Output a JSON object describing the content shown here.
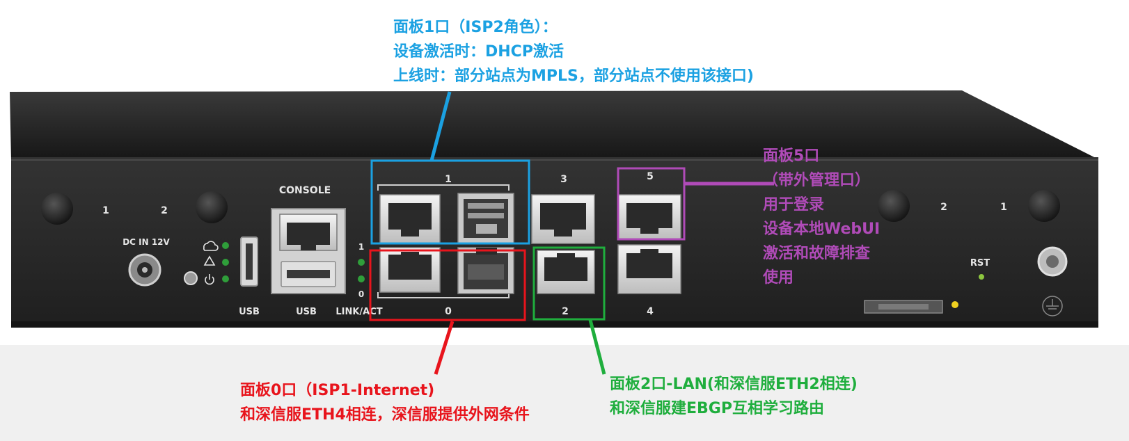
{
  "colors": {
    "blue": "#1ba1e2",
    "red": "#e8141c",
    "green": "#1fae3d",
    "purple": "#b04bb8",
    "chassis": "#1e1e1e",
    "panel": "#2a2a2a",
    "silk": "#e6e6e6",
    "lower_band": "#f0f0f0"
  },
  "device": {
    "console_label": "CONSOLE",
    "dc_label": "DC IN 12V",
    "usb_label_1": "USB",
    "usb_label_2": "USB",
    "link_act_label": "LINK/ACT",
    "link_1": "1",
    "link_0": "0",
    "rst_label": "RST",
    "antenna_left_1": "1",
    "antenna_left_2": "2",
    "antenna_right_2": "2",
    "antenna_right_1": "1",
    "port_labels": {
      "p1": "1",
      "p0": "0",
      "p3": "3",
      "p2": "2",
      "p5": "5",
      "p4": "4"
    },
    "status_icons": [
      "cloud-icon",
      "warning-icon",
      "power-icon"
    ]
  },
  "callouts": {
    "isp2": {
      "lines": [
        "面板1口（ISP2角色）：",
        "设备激活时：DHCP激活",
        "上线时：部分站点为MPLS，部分站点不使用该接口)"
      ]
    },
    "oob": {
      "lines": [
        "面板5口",
        "（带外管理口）",
        "用于登录",
        "设备本地WebUI",
        "激活和故障排查",
        "使用"
      ]
    },
    "isp1": {
      "lines": [
        "面板0口（ISP1-Internet)",
        "和深信服ETH4相连，深信服提供外网条件"
      ]
    },
    "lan": {
      "lines": [
        "面板2口-LAN(和深信服ETH2相连)",
        "和深信服建EBGP互相学习路由"
      ]
    }
  }
}
